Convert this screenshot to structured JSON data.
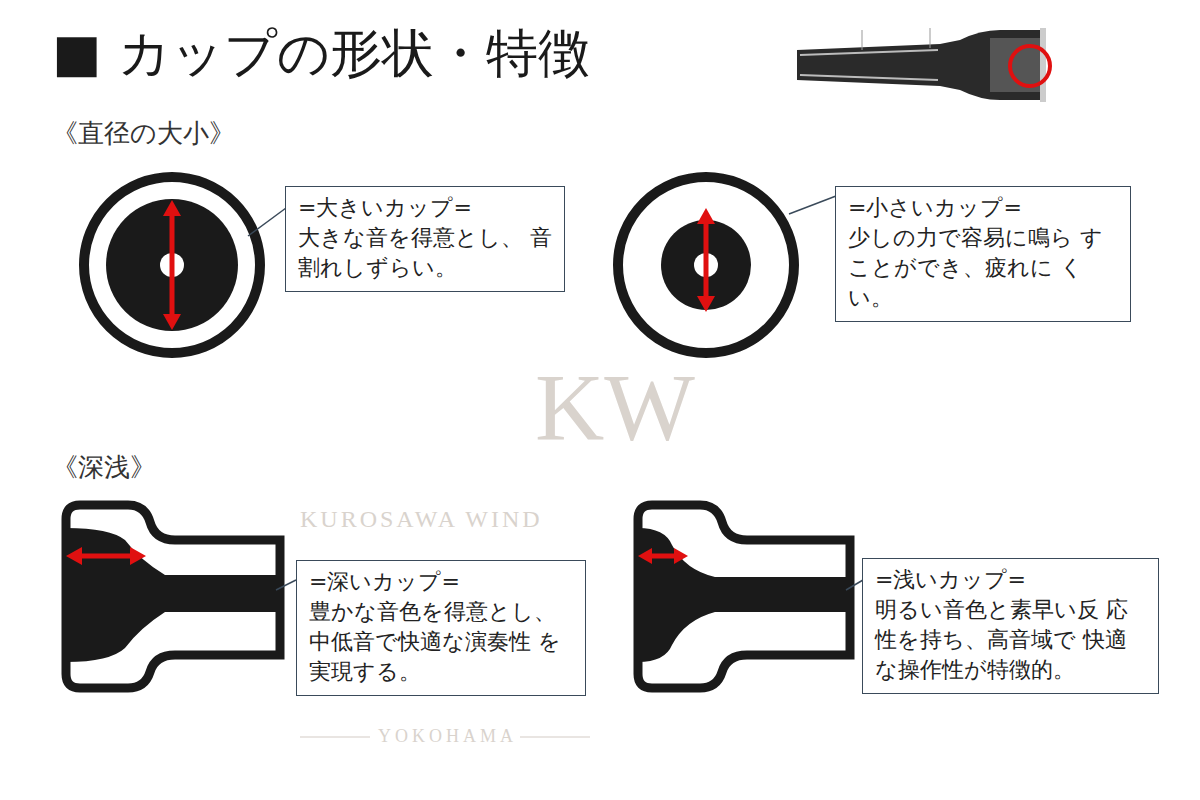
{
  "diagram": {
    "title": "■ カップの形状・特徴",
    "nodes": [
      {
        "text": [
          "=大きいカップ=",
          "大きな音を得意とし、 音割れしずらい。"
        ]
      },
      {
        "text": [
          "=小さいカップ=",
          "少しの力で容易に鳴ら すことができ、疲れに くい。"
        ]
      },
      {
        "text": [
          "=深いカップ=",
          "豊かな音色を得意とし、 中低音で快適な演奏性 を実現する。"
        ]
      },
      {
        "text": [
          "=浅いカップ=",
          "明るい音色と素早い反 応性を持ち、高音域で 快適な操作性が特徴的。"
        ]
      }
    ],
    "labels": [
      "《直径の大小》",
      "《深浅》",
      "KW",
      "KUROSAWA WIND",
      "YOKOHAMA"
    ]
  }
}
